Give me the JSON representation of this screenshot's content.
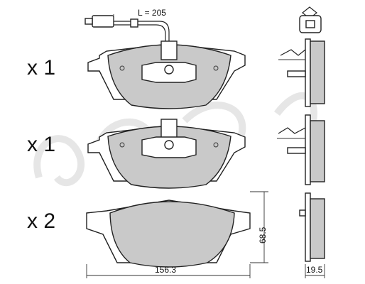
{
  "quantities": [
    "x 1",
    "x 1",
    "x 2"
  ],
  "sensor_length_label": "L = 205",
  "dimensions": {
    "width": "156.3",
    "height": "68.5",
    "thickness": "19.5"
  }
}
